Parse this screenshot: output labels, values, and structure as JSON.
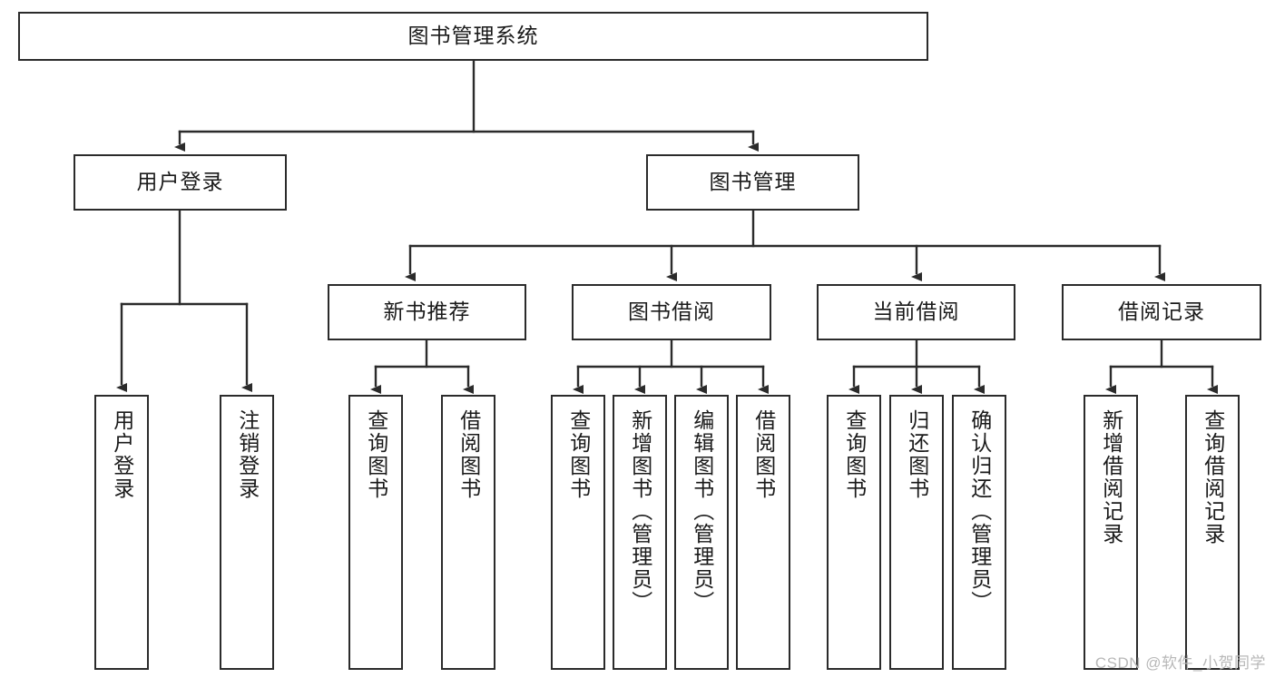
{
  "diagram": {
    "type": "tree-hierarchy",
    "title": "图书管理系统",
    "watermark": "CSDN @软件_小贺同学",
    "colors": {
      "box_border": "#2b2b2b",
      "box_fill": "#ffffff",
      "connector": "#2b2b2b",
      "text": "#1a1a1a",
      "watermark": "#b8b8b8"
    },
    "nodes": {
      "root": {
        "label": "图书管理系统"
      },
      "level2": [
        {
          "label": "用户登录"
        },
        {
          "label": "图书管理"
        }
      ],
      "level3": [
        {
          "label": "新书推荐"
        },
        {
          "label": "图书借阅"
        },
        {
          "label": "当前借阅"
        },
        {
          "label": "借阅记录"
        }
      ],
      "leaves": {
        "user_login": [
          {
            "label": "用户登录"
          },
          {
            "label": "注销登录"
          }
        ],
        "new_book_recommend": [
          {
            "label": "查询图书"
          },
          {
            "label": "借阅图书"
          }
        ],
        "book_borrow": [
          {
            "label": "查询图书"
          },
          {
            "label": "新增图书（管理员）"
          },
          {
            "label": "编辑图书（管理员）"
          },
          {
            "label": "借阅图书"
          }
        ],
        "current_borrow": [
          {
            "label": "查询图书"
          },
          {
            "label": "归还图书"
          },
          {
            "label": "确认归还（管理员）"
          }
        ],
        "borrow_record": [
          {
            "label": "新增借阅记录"
          },
          {
            "label": "查询借阅记录"
          }
        ]
      }
    }
  }
}
